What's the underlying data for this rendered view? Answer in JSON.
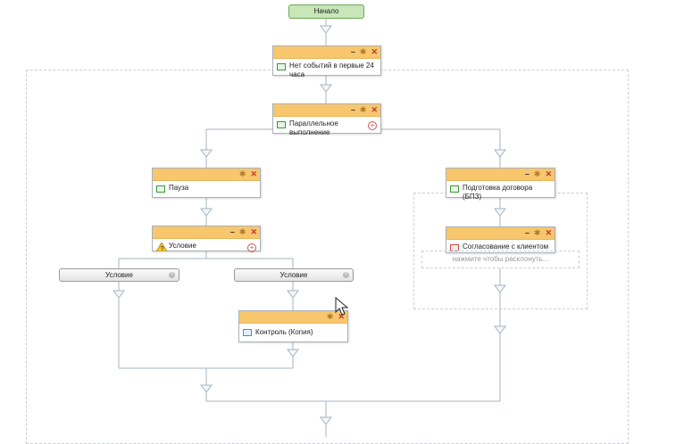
{
  "diagram": {
    "start": "Начало",
    "blocks": {
      "no_events": "Нет событий в первые 24 часа",
      "parallel": "Параллельное выполнение",
      "pause": "Пауза",
      "condition": "Условие",
      "contract_prep": "Подготовка договора (БПЗ)",
      "client_approval": "Согласование с клиентом",
      "control_copy": "Контроль (Копия)"
    },
    "branches": {
      "left": "Условие",
      "right": "Условие"
    },
    "expand_hint": "нажмите чтобы расклонуть..."
  },
  "colors": {
    "block_header": "#f7c66d",
    "start_fill": "#c8e6b8",
    "connector": "#a6b4c2"
  }
}
